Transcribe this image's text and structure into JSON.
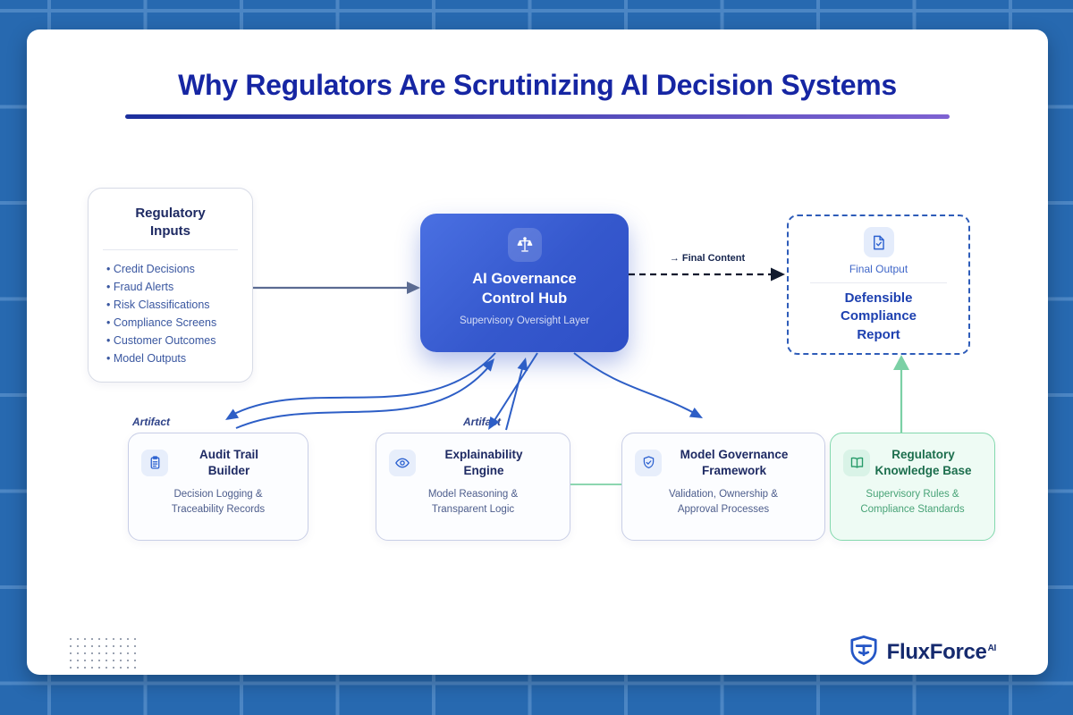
{
  "title": {
    "text": "Why Regulators Are Scrutinizing AI Decision Systems"
  },
  "inputs_panel": {
    "title_lines": [
      "Regulatory",
      "Inputs"
    ],
    "items": [
      "Credit Decisions",
      "Fraud Alerts",
      "Risk Classifications",
      "Compliance Screens",
      "Customer Outcomes",
      "Model Outputs"
    ]
  },
  "hub": {
    "icon": "scales-icon",
    "title_lines": [
      "AI Governance",
      "Control Hub"
    ],
    "subtitle": "Supervisory Oversight Layer"
  },
  "final_output": {
    "icon": "document-check-icon",
    "label": "Final Output",
    "title_lines": [
      "Defensible",
      "Compliance",
      "Report"
    ]
  },
  "flow_labels": {
    "final_content": "→ Final Content",
    "artifact": "Artifact"
  },
  "modules": [
    {
      "icon": "clipboard-icon",
      "theme": "blue",
      "title_lines": [
        "Audit Trail",
        "Builder"
      ],
      "subtitle_lines": [
        "Decision Logging &",
        "Traceability Records"
      ]
    },
    {
      "icon": "eye-icon",
      "theme": "blue",
      "title_lines": [
        "Explainability",
        "Engine"
      ],
      "subtitle_lines": [
        "Model Reasoning &",
        "Transparent Logic"
      ]
    },
    {
      "icon": "shield-check-icon",
      "theme": "blue",
      "title_lines": [
        "Model Governance",
        "Framework"
      ],
      "subtitle_lines": [
        "Validation, Ownership &",
        "Approval Processes"
      ]
    },
    {
      "icon": "book-icon",
      "theme": "green",
      "title_lines": [
        "Regulatory",
        "Knowledge Base"
      ],
      "subtitle_lines": [
        "Supervisory Rules &",
        "Compliance Standards"
      ]
    }
  ],
  "brand": {
    "icon": "shield-icon",
    "name": "FluxForce",
    "suffix": "AI"
  },
  "colors": {
    "background_blue": "#2769b0",
    "grid_line": "#4c86c4",
    "title_blue": "#1626a3",
    "underline_gradient_start": "#1c2f9d",
    "underline_gradient_end": "#7e62d2",
    "hub_gradient_start": "#4a70e2",
    "hub_gradient_end": "#2e4fc6",
    "connector_blue": "#2d5ec6",
    "connector_slate": "#5b6b92",
    "connector_dark": "#111a2e",
    "green_accent": "#7bd0a5",
    "green_text_dark": "#1c6e4d",
    "green_text_light": "#48a377",
    "navy_text": "#1e2a63",
    "body_text": "#4d5d8c"
  }
}
